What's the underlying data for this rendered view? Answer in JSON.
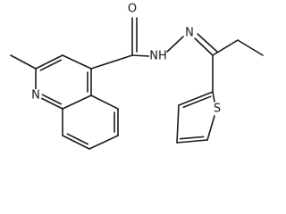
{
  "molecule": {
    "atom_labels": {
      "oxygen": "O",
      "amide_nh": "NH",
      "hydrazone_n": "N",
      "quinoline_n": "N",
      "thiophene_s": "S"
    }
  },
  "colors": {
    "bond": "#1a1a1a",
    "label": "#1a1a1a",
    "background": "#ffffff"
  }
}
